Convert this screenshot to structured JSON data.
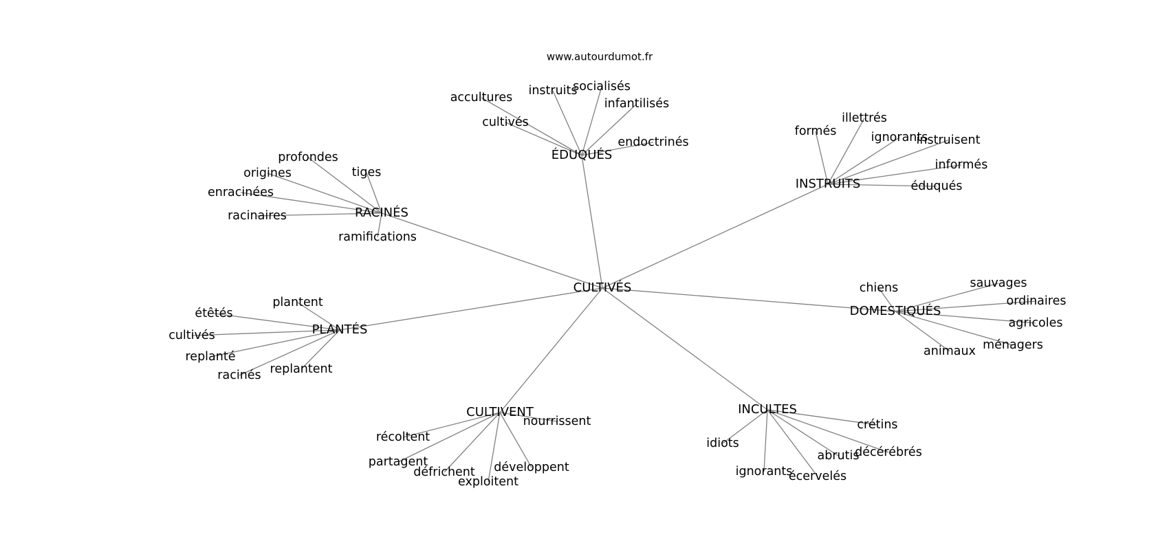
{
  "source": "www.autourdumot.fr",
  "center": "CULTIVÉS",
  "hubs": [
    {
      "id": "eduques",
      "label": "ÉDUQUÉS",
      "leaves": [
        "accultures",
        "instruits",
        "socialisés",
        "infantilisés",
        "cultivés",
        "endoctrinés"
      ]
    },
    {
      "id": "instruits",
      "label": "INSTRUITS",
      "leaves": [
        "formés",
        "illettrés",
        "ignorants",
        "instruisent",
        "informés",
        "éduqués"
      ]
    },
    {
      "id": "racines",
      "label": "RACINÉS",
      "leaves": [
        "profondes",
        "origines",
        "tiges",
        "enracinées",
        "racinaires",
        "ramifications"
      ]
    },
    {
      "id": "domestiques",
      "label": "DOMESTIQUÉS",
      "leaves": [
        "chiens",
        "sauvages",
        "ordinaires",
        "agricoles",
        "ménagers",
        "animaux"
      ]
    },
    {
      "id": "plantes",
      "label": "PLANTÉS",
      "leaves": [
        "plantent",
        "étêtés",
        "cultivés",
        "replanté",
        "racinés",
        "replantent"
      ]
    },
    {
      "id": "cultivent",
      "label": "CULTIVENT",
      "leaves": [
        "récoltent",
        "nourrissent",
        "partagent",
        "défrichent",
        "développent",
        "exploitent"
      ]
    },
    {
      "id": "incultes",
      "label": "INCULTES",
      "leaves": [
        "crétins",
        "idiots",
        "décérébrés",
        "abrutis",
        "ignorants",
        "écervelés"
      ]
    }
  ]
}
